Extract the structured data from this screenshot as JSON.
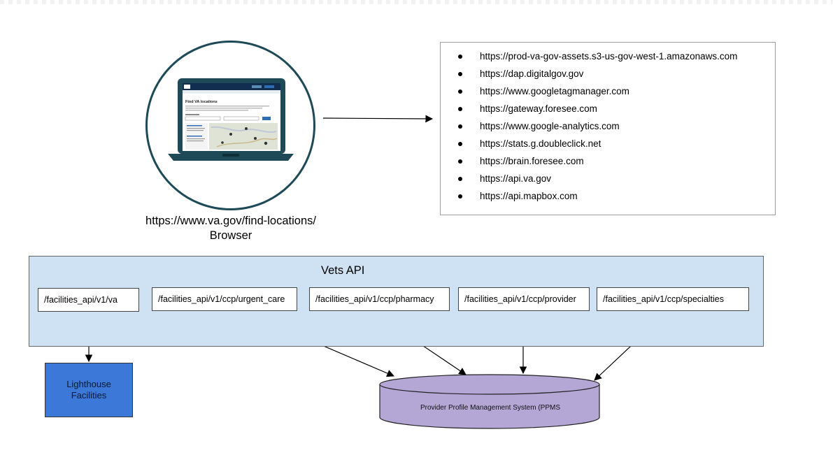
{
  "browser": {
    "url": "https://www.va.gov/find-locations/",
    "label": "Browser",
    "screen_heading": "Find VA locations"
  },
  "external_urls": [
    "https://prod-va-gov-assets.s3-us-gov-west-1.amazonaws.com",
    "https://dap.digitalgov.gov",
    "https://www.googletagmanager.com",
    "https://gateway.foresee.com",
    "https://www.google-analytics.com",
    "https://stats.g.doubleclick.net",
    "https://brain.foresee.com",
    "https://api.va.gov",
    "https://api.mapbox.com"
  ],
  "vets_api": {
    "title": "Vets API",
    "endpoints": [
      "/facilities_api/v1/va",
      "/facilities_api/v1/ccp/urgent_care",
      "/facilities_api/v1/ccp/pharmacy",
      "/facilities_api/v1/ccp/provider",
      "/facilities_api/v1/ccp/specialties"
    ]
  },
  "lighthouse": {
    "label": "Lighthouse Facilities"
  },
  "ppms": {
    "label": "Provider Profile Management System (PPMS"
  },
  "colors": {
    "vets_panel_fill": "#cfe2f3",
    "lighthouse_fill": "#3c78d8",
    "ppms_fill": "#b4a7d6",
    "laptop": "#1d4a56"
  }
}
